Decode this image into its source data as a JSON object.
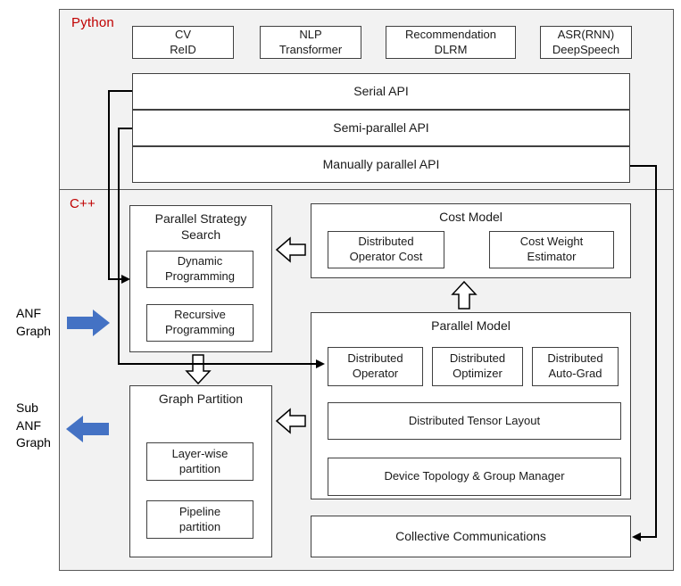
{
  "python_section": {
    "label": "Python",
    "apps": [
      {
        "label": "CV\nReID"
      },
      {
        "label": "NLP\nTransformer"
      },
      {
        "label": "Recommendation\nDLRM"
      },
      {
        "label": "ASR(RNN)\nDeepSpeech"
      }
    ],
    "apis": [
      {
        "label": "Serial API"
      },
      {
        "label": "Semi-parallel API"
      },
      {
        "label": "Manually parallel API"
      }
    ]
  },
  "cpp_section": {
    "label": "C++",
    "parallel_strategy_search": {
      "title": "Parallel Strategy Search",
      "items": [
        {
          "label": "Dynamic\nProgramming"
        },
        {
          "label": "Recursive\nProgramming"
        }
      ]
    },
    "cost_model": {
      "title": "Cost Model",
      "items": [
        {
          "label": "Distributed\nOperator Cost"
        },
        {
          "label": "Cost Weight\nEstimator"
        }
      ]
    },
    "parallel_model": {
      "title": "Parallel Model",
      "items": [
        {
          "label": "Distributed\nOperator"
        },
        {
          "label": "Distributed\nOptimizer"
        },
        {
          "label": "Distributed\nAuto-Grad"
        }
      ],
      "wide_items": [
        {
          "label": "Distributed Tensor Layout"
        },
        {
          "label": "Device Topology & Group Manager"
        }
      ]
    },
    "graph_partition": {
      "title": "Graph Partition",
      "items": [
        {
          "label": "Layer-wise\npartition"
        },
        {
          "label": "Pipeline\npartition"
        }
      ]
    },
    "collective_communications": {
      "label": "Collective Communications"
    }
  },
  "side_labels": {
    "anf_graph": "ANF\nGraph",
    "sub_anf_graph": "Sub\nANF\nGraph"
  },
  "colors": {
    "section_label_red": "#c00000",
    "arrow_blue": "#4472c4",
    "box_border": "#404040",
    "section_bg": "#f2f2f2"
  }
}
